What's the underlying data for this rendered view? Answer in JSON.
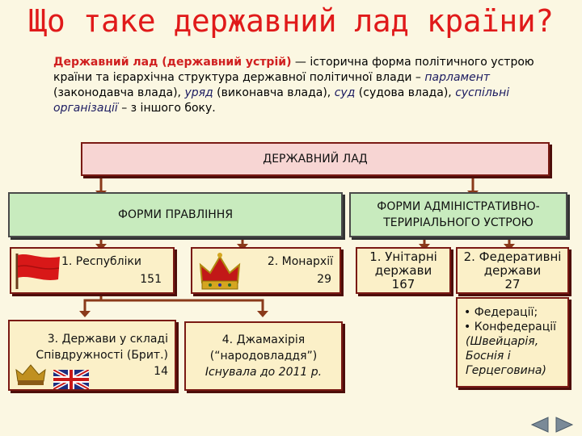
{
  "title": "Що таке державний лад країни?",
  "definition": {
    "term": "Державний лад (державний устрій)",
    "text1": " — історична форма політичного устрою країни та ієрархічна структура державної політичної влади – ",
    "parliament": "парламент",
    "text2": " (законодавча влада), ",
    "government": "уряд",
    "text3": " (виконавча влада), ",
    "court": "суд",
    "text4": " (судова влада), ",
    "organizations": "суспільні організації",
    "text5": " – з іншого боку."
  },
  "root": {
    "label": "ДЕРЖАВНИЙ ЛАД"
  },
  "forms_of_government": {
    "label": "ФОРМИ ПРАВЛІННЯ",
    "republics": {
      "label": "1. Республіки",
      "count": "151"
    },
    "monarchies": {
      "label": "2. Монархії",
      "count": "29"
    },
    "commonwealth": {
      "line1": "3. Держави у складі",
      "line2": "Співдружності (Брит.)",
      "count": "14"
    },
    "jamahiriya": {
      "line1": "4. Джамахірія",
      "line2": "(“народовладдя”)",
      "line3": "Існувала до 2011 р."
    }
  },
  "territorial_forms": {
    "line1": "ФОРМИ АДМІНІСТРАТИВНО-",
    "line2": "ТЕРИРІАЛЬНОГО УСТРОЮ",
    "unitary": {
      "line1": "1. Унітарні",
      "line2": "держави",
      "count": "167"
    },
    "federal": {
      "line1": "2. Федеративні",
      "line2": "держави",
      "count": "27"
    },
    "federal_types": {
      "federations": "• Федерації;",
      "confederations": "• Конфедерації",
      "examples1": "(Швейцарія,",
      "examples2": "Боснія і",
      "examples3": "Герцеговина)"
    }
  },
  "colors": {
    "title": "#e01a1a",
    "pink_box": "#f7d5d3",
    "green_box": "#c8ebbe",
    "cream_box": "#fbf0c8",
    "connector": "#8a3a1a"
  },
  "icons": [
    "red-flag-icon",
    "crown-icon",
    "small-crown-icon",
    "union-jack-flag-icon",
    "back-arrow-icon",
    "forward-arrow-icon"
  ]
}
